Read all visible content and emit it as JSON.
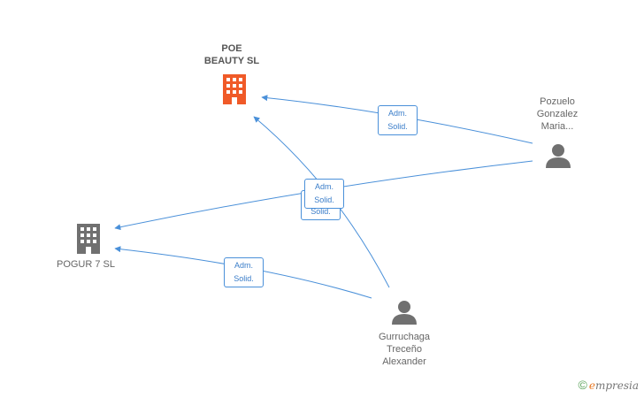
{
  "nodes": {
    "poe_beauty": {
      "label_line1": "POE",
      "label_line2": "BEAUTY SL",
      "type": "company",
      "color": "#f05a28",
      "icon": "building-icon"
    },
    "pogur": {
      "label": "POGUR 7 SL",
      "type": "company",
      "color": "#707070",
      "icon": "building-icon"
    },
    "pozuelo": {
      "label_line1": "Pozuelo",
      "label_line2": "Gonzalez",
      "label_line3": "Maria...",
      "type": "person",
      "color": "#707070",
      "icon": "person-icon"
    },
    "gurruchaga": {
      "label_line1": "Gurruchaga",
      "label_line2": "Treceño",
      "label_line3": "Alexander",
      "type": "person",
      "color": "#707070",
      "icon": "person-icon"
    }
  },
  "edges": [
    {
      "from": "pozuelo",
      "to": "poe_beauty",
      "label": "Adm.\nSolid."
    },
    {
      "from": "pozuelo",
      "to": "pogur",
      "label": "Adm.\nSolid."
    },
    {
      "from": "gurruchaga",
      "to": "poe_beauty",
      "label": "Adm.\nSolid."
    },
    {
      "from": "gurruchaga",
      "to": "pogur",
      "label": "Adm.\nSolid."
    }
  ],
  "colors": {
    "edge": "#4a90d9",
    "accent": "#f05a28"
  },
  "watermark": {
    "symbol": "©",
    "brand_first": "e",
    "brand_rest": "mpresia"
  }
}
